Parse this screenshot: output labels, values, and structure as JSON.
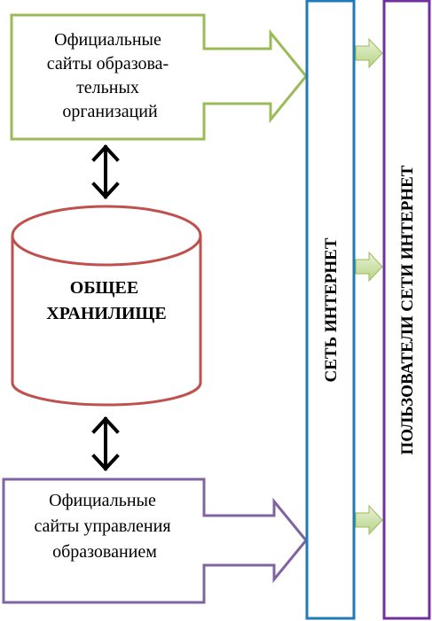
{
  "top_box": {
    "lines": [
      "Официальные",
      "сайты образова-",
      "тельных",
      "организаций"
    ],
    "color": "#9bbb59"
  },
  "storage": {
    "lines": [
      "ОБЩЕЕ",
      "ХРАНИЛИЩЕ"
    ],
    "color": "#c0504d"
  },
  "bottom_box": {
    "lines": [
      "Официальные",
      "сайты управления",
      "образованием"
    ],
    "color": "#8064a2"
  },
  "internet_column": {
    "label": "СЕТЬ ИНТЕРНЕТ",
    "color": "#1f7ab8"
  },
  "users_column": {
    "label": "ПОЛЬЗОВАТЕЛИ СЕТИ ИНТЕРНЕТ",
    "color": "#7030a0"
  }
}
